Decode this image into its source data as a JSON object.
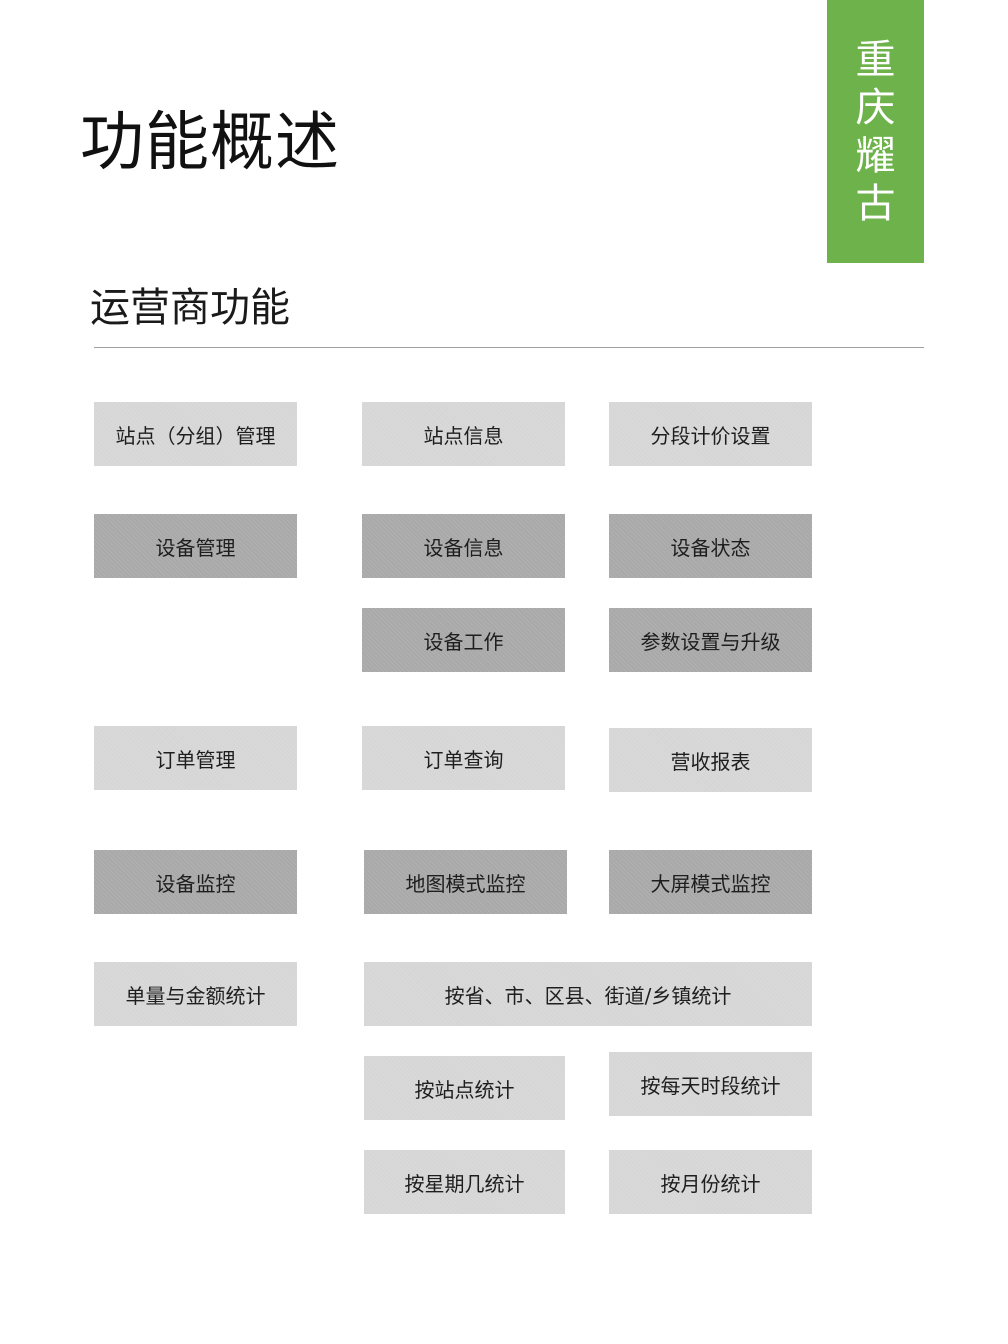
{
  "brand": {
    "chars": [
      "重",
      "庆",
      "耀",
      "古"
    ],
    "color": "#6db24a"
  },
  "page": {
    "title": "功能概述",
    "section_title": "运营商功能"
  },
  "groups": [
    {
      "category": "站点（分组）管理",
      "items": [
        "站点信息",
        "分段计价设置"
      ]
    },
    {
      "category": "设备管理",
      "items": [
        "设备信息",
        "设备状态",
        "设备工作",
        "参数设置与升级"
      ]
    },
    {
      "category": "订单管理",
      "items": [
        "订单查询",
        "营收报表"
      ]
    },
    {
      "category": "设备监控",
      "items": [
        "地图模式监控",
        "大屏模式监控"
      ]
    },
    {
      "category": "单量与金额统计",
      "items": [
        "按省、市、区县、街道/乡镇统计",
        "按站点统计",
        "按每天时段统计",
        "按星期几统计",
        "按月份统计"
      ]
    }
  ],
  "colors": {
    "light_box": "#d6d6d6",
    "dark_box": "#a9a9a9",
    "divider": "#a0a0a0"
  }
}
